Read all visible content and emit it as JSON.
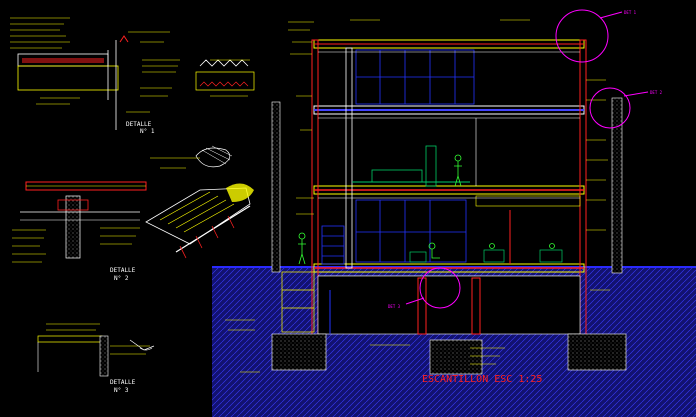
{
  "drawing": {
    "background": "#000000",
    "title": "ESCANTILLON  ESC 1:25",
    "details": [
      {
        "id": "detalle-1",
        "label": "DETALLE",
        "number": "N° 1"
      },
      {
        "id": "detalle-2",
        "label": "DETALLE",
        "number": "N° 2"
      },
      {
        "id": "detalle-3",
        "label": "DETALLE",
        "number": "N° 3"
      }
    ],
    "callouts": [
      {
        "id": "callout-1",
        "label": "DET 1"
      },
      {
        "id": "callout-2",
        "label": "DET 2"
      },
      {
        "id": "callout-3",
        "label": "DET 3"
      }
    ],
    "colors": {
      "primary_lines": "#ffff00",
      "section_cut": "#ff2020",
      "annotation": "#ffffff",
      "glazing": "#2233ff",
      "soil_hatch": "#1a1aa8",
      "callout": "#ff00ff",
      "people": "#33ff33",
      "furniture": "#00cc66"
    }
  }
}
